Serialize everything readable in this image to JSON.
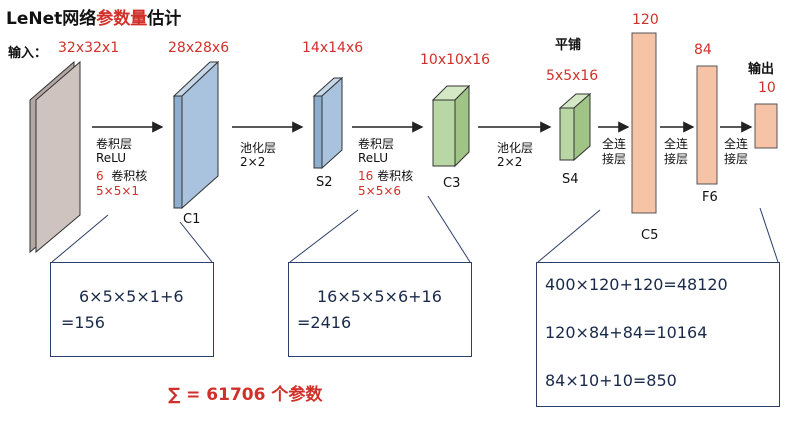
{
  "title": {
    "prefix": "LeNet网络",
    "highlight": "参数量",
    "suffix": "估计"
  },
  "input": {
    "label": "输入：",
    "dims": "32x32x1"
  },
  "output": {
    "label": "输出",
    "dims": "10"
  },
  "layers": {
    "c1": {
      "name": "C1",
      "dims": "28x28x6"
    },
    "s2": {
      "name": "S2",
      "dims": "14x14x6"
    },
    "c3": {
      "name": "C3",
      "dims": "10x10x16"
    },
    "s4": {
      "name": "S4",
      "dims": "5x5x16",
      "top_label": "平铺"
    },
    "c5": {
      "name": "C5",
      "dims": "120"
    },
    "f6": {
      "name": "F6",
      "dims": "84"
    }
  },
  "ops": {
    "conv1": {
      "line1": "卷积层",
      "line2": "ReLU",
      "count": "6",
      "kernel_word": "卷积核",
      "kernel": "5×5×1"
    },
    "pool1": {
      "line1": "池化层",
      "line2": "2×2"
    },
    "conv2": {
      "line1": "卷积层",
      "line2": "ReLU",
      "count": "16",
      "kernel_word": "卷积核",
      "kernel": "5×5×6"
    },
    "pool2": {
      "line1": "池化层",
      "line2": "2×2"
    },
    "fc1": {
      "line1": "全连",
      "line2": "接层"
    },
    "fc2": {
      "line1": "全连",
      "line2": "接层"
    },
    "fc3": {
      "line1": "全连",
      "line2": "接层"
    }
  },
  "boxes": {
    "box1": {
      "line1": "6×5×5×1+6",
      "line2": "=156"
    },
    "box2": {
      "line1": "16×5×5×6+16",
      "line2": "=2416"
    },
    "box3": {
      "line1": "400×120+120=48120",
      "line2": "120×84+84=10164",
      "line3": "84×10+10=850"
    }
  },
  "sum": {
    "text": "∑ = 61706  个参数"
  },
  "colors": {
    "input_block": "#cfc3c0",
    "conv_block": "#a9c3de",
    "pool_block": "#b9d7a5",
    "fc_block": "#f6c3a6",
    "accent_red": "#d0302a",
    "box_border": "#2c3e6b"
  }
}
